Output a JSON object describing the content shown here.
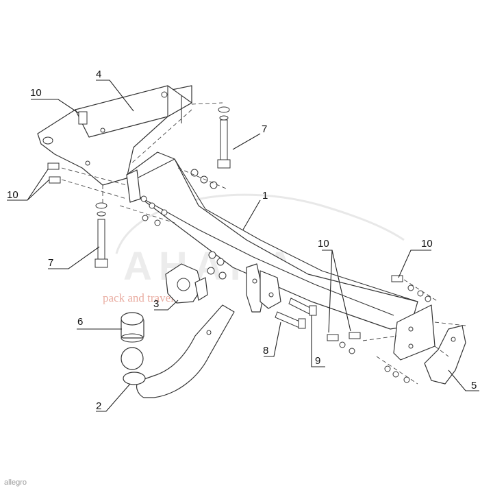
{
  "callouts": {
    "c1": "1",
    "c2": "2",
    "c3": "3",
    "c4": "4",
    "c5": "5",
    "c6": "6",
    "c7a": "7",
    "c7b": "7",
    "c8": "8",
    "c9": "9",
    "c10a": "10",
    "c10b": "10",
    "c10c": "10",
    "c10d": "10"
  },
  "watermark": {
    "logo_text": "AHAKA",
    "subtext": "pack and travel"
  },
  "footer": {
    "brand": "allegro"
  },
  "colors": {
    "line": "#333333",
    "background": "#ffffff",
    "watermark_red": "#e08a7a",
    "watermark_gray": "#c9c9c9"
  }
}
